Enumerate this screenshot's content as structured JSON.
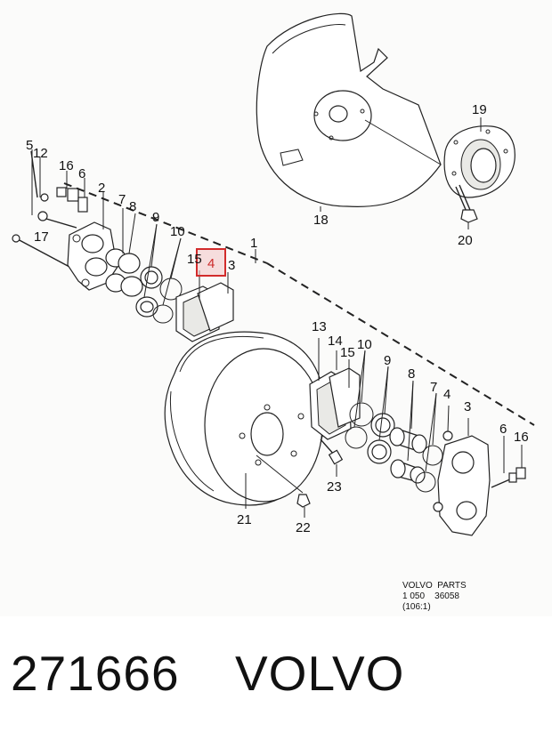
{
  "diagram": {
    "highlighted_callout": "4",
    "callouts_left": [
      "5",
      "12",
      "16",
      "6",
      "2",
      "7",
      "8",
      "9",
      "10",
      "17",
      "15",
      "4",
      "3",
      "1"
    ],
    "callouts_top": [
      "18",
      "19",
      "20"
    ],
    "callouts_right": [
      "13",
      "14",
      "15",
      "10",
      "9",
      "8",
      "7",
      "4",
      "3",
      "6",
      "16",
      "23",
      "21",
      "22"
    ],
    "stamp": {
      "line1": "VOLVO  PARTS",
      "line2": "1 050    36058",
      "line3": "(106:1)"
    }
  },
  "caption": {
    "part_number": "271666",
    "brand": "VOLVO"
  },
  "colors": {
    "highlight": "#d22b2b",
    "highlight_fill": "#f3c9c9",
    "ink": "#222222"
  }
}
